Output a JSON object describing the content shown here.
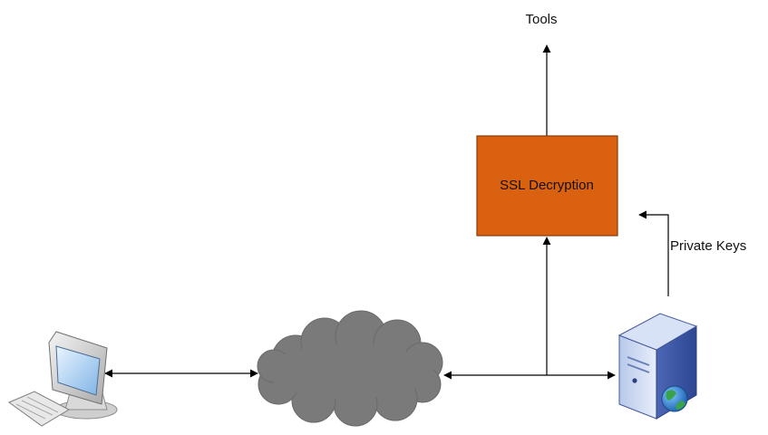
{
  "labels": {
    "tools": "Tools",
    "ssl_box": "SSL Decryption",
    "private_keys": "Private Keys"
  },
  "nodes": [
    {
      "id": "client",
      "icon": "desktop-computer-icon"
    },
    {
      "id": "internet",
      "icon": "cloud-icon"
    },
    {
      "id": "server",
      "icon": "web-server-icon"
    },
    {
      "id": "ssl",
      "icon": "box"
    }
  ],
  "colors": {
    "ssl_box_fill": "#D9610F",
    "ssl_box_stroke": "#8A3A06",
    "cloud_fill": "#7A7A7A",
    "line": "#000000"
  }
}
